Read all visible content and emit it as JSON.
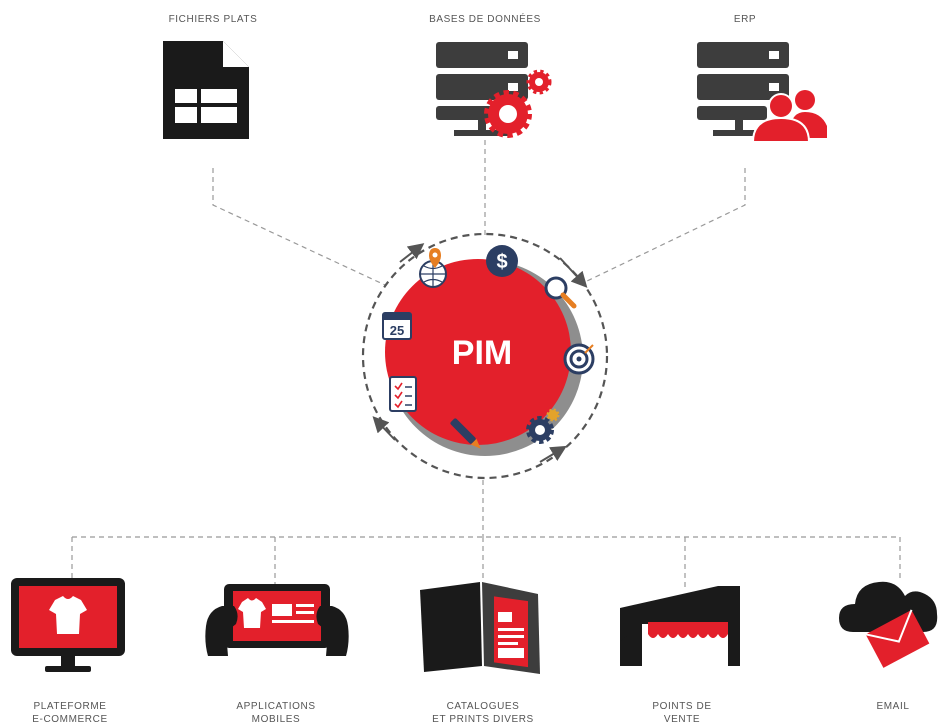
{
  "sources": [
    {
      "label": "FICHIERS PLATS",
      "icon": "flat-file-icon"
    },
    {
      "label": "BASES DE DONNÉES",
      "icon": "database-server-gears-icon"
    },
    {
      "label": "ERP",
      "icon": "erp-server-users-icon"
    }
  ],
  "center": {
    "label": "PIM",
    "calendar_day": "25",
    "satellite_icons": [
      "globe-location-icon",
      "dollar-coin-icon",
      "magnifier-icon",
      "target-icon",
      "gears-icon",
      "pen-icon",
      "checklist-icon",
      "calendar-icon"
    ]
  },
  "outputs": [
    {
      "line1": "PLATEFORME",
      "line2": "E-COMMERCE",
      "icon": "monitor-tshirt-icon"
    },
    {
      "line1": "APPLICATIONS",
      "line2": "MOBILES",
      "icon": "tablet-hands-icon"
    },
    {
      "line1": "CATALOGUES",
      "line2": "ET PRINTS DIVERS",
      "icon": "open-catalog-icon"
    },
    {
      "line1": "POINTS DE",
      "line2": "VENTE",
      "icon": "storefront-icon"
    },
    {
      "line1": "EMAIL",
      "line2": "",
      "icon": "cloud-email-icon"
    }
  ],
  "colors": {
    "accent": "#e3202b",
    "dark": "#1a1a1a",
    "server": "#3d3d3d",
    "navy": "#2c3e63",
    "ring": "#8e8e8e",
    "connector": "#999999"
  }
}
